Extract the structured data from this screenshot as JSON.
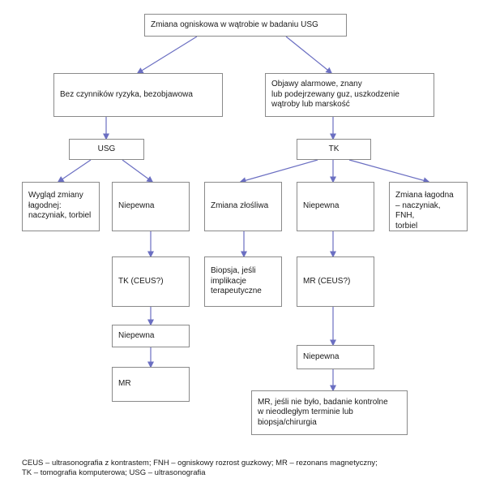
{
  "diagram": {
    "nodes": {
      "root": "Zmiana ogniskowa w wątrobie w badaniu USG",
      "no_risk": "Bez czynników ryzyka, bezobjawowa",
      "alarm": "Objawy alarmowe, znany\nlub podejrzewany guz, uszkodzenie\nwątroby lub marskość",
      "usg": "USG",
      "tk": "TK",
      "benign_look": "Wygląd zmiany\nłagodnej:\nnaczyniak, torbiel",
      "uncertain_left": "Niepewna",
      "malignant": "Zmiana złośliwa",
      "uncertain_mid": "Niepewna",
      "benign_right": "Zmiana łagodna\n– naczyniak, FNH,\ntorbiel",
      "tk_ceus": "TK (CEUS?)",
      "biopsy": "Biopsja, jeśli\nimplikacje\nterapeutyczne",
      "mr_ceus": "MR (CEUS?)",
      "uncertain_left2": "Niepewna",
      "mr_left": "MR",
      "uncertain_mid2": "Niepewna",
      "mr_final": "MR, jeśli nie było, badanie kontrolne\nw nieodległym terminie lub\nbiopsja/chirurgia"
    }
  },
  "footnote": {
    "line1": "CEUS – ultrasonografia z kontrastem; FNH – ogniskowy rozrost guzkowy; MR – rezonans magnetyczny;",
    "line2": "TK – tomografia komputerowa; USG – ultrasonografia"
  },
  "colors": {
    "arrow": "#6b6fc2",
    "border": "#8a8a8a"
  }
}
